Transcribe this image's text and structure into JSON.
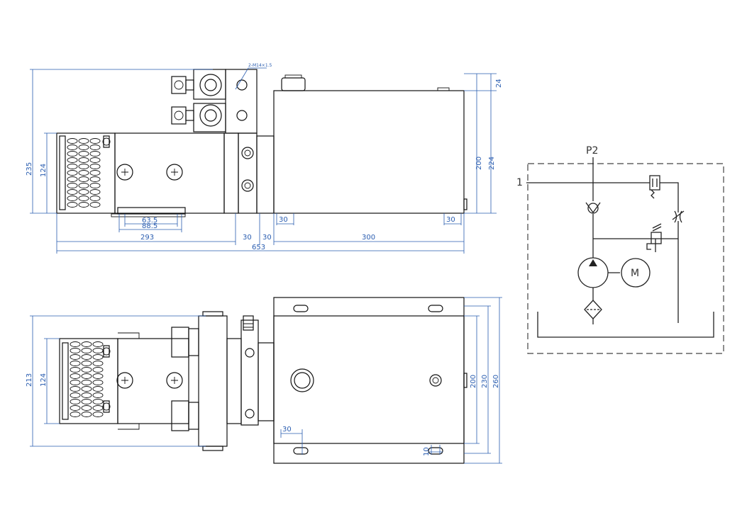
{
  "side_view": {
    "dims": {
      "height_total": "235",
      "motor_diameter": "124",
      "thread_callout": "2-M14×1.5",
      "top_offset": "24",
      "tank_height": "200",
      "height_right": "224",
      "bracket_inner": "63.5",
      "bracket_outer": "88.5",
      "tank_foot_left": "30",
      "tank_foot_right": "30",
      "motor_length": "293",
      "block_width_a": "30",
      "block_width_b": "30",
      "tank_length": "300",
      "overall_length": "653"
    }
  },
  "top_view": {
    "dims": {
      "width_total": "213",
      "motor_diameter": "124",
      "tank_width_inner": "200",
      "tank_width_mid": "230",
      "tank_width_outer": "260",
      "mount_offset": "30",
      "slot_width": "10"
    }
  },
  "schematic": {
    "port_label": "P2",
    "line_label": "1",
    "motor_label": "M"
  }
}
